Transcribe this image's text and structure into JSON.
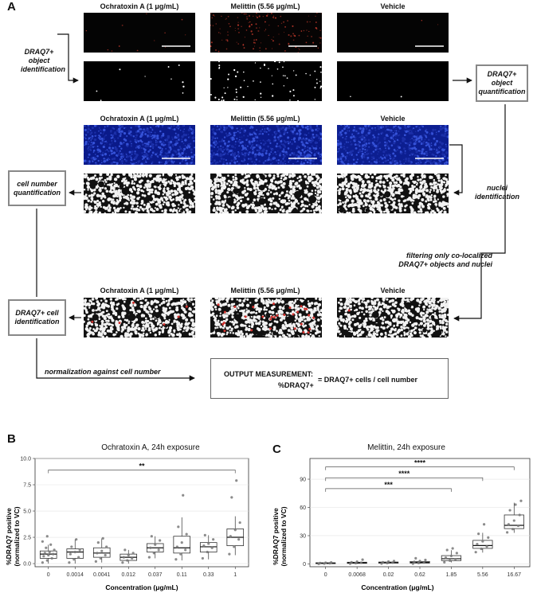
{
  "panels": {
    "a": "A",
    "b": "B",
    "c": "C"
  },
  "figure_a": {
    "columns": [
      "Ochratoxin A (1 μg/mL)",
      "Melittin (5.56 μg/mL)",
      "Vehicle"
    ],
    "labels": {
      "draq7_identification": [
        "DRAQ7+",
        "object",
        "identification"
      ],
      "draq7_quantification": [
        "DRAQ7+",
        "object",
        "quantification"
      ],
      "nuclei_identification": [
        "nuclei",
        "identification"
      ],
      "cell_number_quantification": [
        "cell number",
        "quantification"
      ],
      "filtering": [
        "filtering only co-localized",
        "DRAQ7+ objects and nuclei"
      ],
      "draq7_cell_identification": [
        "DRAQ7+ cell",
        "identification"
      ],
      "normalization": "normalization against cell number",
      "output_title": "OUTPUT MEASUREMENT:",
      "output_metric": "%DRAQ7+",
      "output_formula": "= DRAQ7+ cells / cell number"
    }
  },
  "chart_data": [
    {
      "type": "box",
      "title": "Ochratoxin A, 24h exposure",
      "xlabel": "Concentration (μg/mL)",
      "ylabel": "%DRAQ7 positive (normalized to VC)",
      "ylabel_lines": [
        "%DRAQ7 positive",
        "(normalized to VC)"
      ],
      "categories": [
        "0",
        "0.0014",
        "0.0041",
        "0.012",
        "0.037",
        "0.11",
        "0.33",
        "1"
      ],
      "ylim": [
        -0.3,
        10
      ],
      "yticks": [
        "0.0",
        "2.5",
        "5.0",
        "7.5",
        "10.0"
      ],
      "grid": true,
      "boxes": [
        {
          "q1": 0.5,
          "median": 0.9,
          "q3": 1.2,
          "low": 0.0,
          "high": 1.8
        },
        {
          "q1": 0.5,
          "median": 1.1,
          "q3": 1.4,
          "low": 0.0,
          "high": 2.3
        },
        {
          "q1": 0.6,
          "median": 1.0,
          "q3": 1.5,
          "low": 0.1,
          "high": 2.4
        },
        {
          "q1": 0.3,
          "median": 0.6,
          "q3": 0.9,
          "low": 0.0,
          "high": 1.3
        },
        {
          "q1": 1.1,
          "median": 1.5,
          "q3": 1.9,
          "low": 0.5,
          "high": 2.6
        },
        {
          "q1": 1.0,
          "median": 1.5,
          "q3": 2.6,
          "low": 0.3,
          "high": 4.4
        },
        {
          "q1": 1.1,
          "median": 1.6,
          "q3": 2.0,
          "low": 0.4,
          "high": 2.7
        },
        {
          "q1": 1.7,
          "median": 2.5,
          "q3": 3.3,
          "low": 0.8,
          "high": 4.5
        }
      ],
      "points": [
        [
          0.1,
          0.3,
          0.5,
          0.7,
          0.8,
          0.9,
          1.0,
          1.1,
          1.3,
          1.5,
          1.8,
          2.1,
          2.6
        ],
        [
          0.1,
          0.4,
          0.6,
          0.9,
          1.1,
          1.3,
          1.6,
          2.3
        ],
        [
          0.2,
          0.5,
          0.8,
          1.0,
          1.2,
          1.6,
          2.0,
          2.4
        ],
        [
          0.1,
          0.3,
          0.5,
          0.6,
          0.8,
          1.0,
          1.3
        ],
        [
          0.6,
          1.0,
          1.3,
          1.5,
          1.8,
          2.2,
          2.6
        ],
        [
          0.4,
          0.9,
          1.3,
          1.6,
          2.0,
          2.8,
          3.5,
          6.5
        ],
        [
          0.5,
          1.1,
          1.5,
          1.7,
          1.9,
          2.3,
          2.7
        ],
        [
          0.9,
          1.6,
          2.3,
          2.6,
          3.2,
          3.9,
          6.3,
          7.9
        ]
      ],
      "significance": [
        {
          "from": 0,
          "to": 7,
          "label": "**",
          "y": 8.9
        }
      ]
    },
    {
      "type": "box",
      "title": "Melittin, 24h exposure",
      "xlabel": "Concentration (μg/mL)",
      "ylabel": "%DRAQ7 positive (normalized to VC)",
      "ylabel_lines": [
        "%DRAQ7 positive",
        "(normalized to VC)"
      ],
      "categories": [
        "0",
        "0.0068",
        "0.02",
        "0.62",
        "1.85",
        "5.56",
        "16.67"
      ],
      "ylim": [
        -3,
        112
      ],
      "yticks": [
        "0",
        "30",
        "60",
        "90"
      ],
      "grid": true,
      "boxes": [
        {
          "q1": 0.3,
          "median": 0.8,
          "q3": 1.2,
          "low": 0.0,
          "high": 1.8
        },
        {
          "q1": 0.6,
          "median": 1.2,
          "q3": 1.8,
          "low": 0.2,
          "high": 2.5
        },
        {
          "q1": 0.8,
          "median": 1.5,
          "q3": 2.0,
          "low": 0.3,
          "high": 2.8
        },
        {
          "q1": 0.9,
          "median": 1.6,
          "q3": 2.6,
          "low": 0.2,
          "high": 4.0
        },
        {
          "q1": 3.5,
          "median": 5.5,
          "q3": 8.8,
          "low": 1.5,
          "high": 14.5
        },
        {
          "q1": 16.5,
          "median": 19.5,
          "q3": 25.0,
          "low": 12.0,
          "high": 33.0
        },
        {
          "q1": 37.5,
          "median": 41.0,
          "q3": 52.0,
          "low": 33.0,
          "high": 65.0
        }
      ],
      "points": [
        [
          0.1,
          0.4,
          0.7,
          0.9,
          1.2,
          1.6
        ],
        [
          0.3,
          0.8,
          1.3,
          1.8,
          2.4,
          4.5
        ],
        [
          0.4,
          0.9,
          1.4,
          1.8,
          2.5,
          3.0
        ],
        [
          0.3,
          1.0,
          1.5,
          2.2,
          3.0,
          4.2,
          6.0
        ],
        [
          1.8,
          3.5,
          5.0,
          6.5,
          8.5,
          11.5,
          14.8,
          16.5
        ],
        [
          12.5,
          16.0,
          18.5,
          21.0,
          24.0,
          28.0,
          32.0,
          42.0
        ],
        [
          33.5,
          37.0,
          40.5,
          42.0,
          46.0,
          52.0,
          57.0,
          63.0,
          67.0
        ]
      ],
      "significance": [
        {
          "from": 0,
          "to": 4,
          "label": "***",
          "y": 80
        },
        {
          "from": 0,
          "to": 5,
          "label": "****",
          "y": 91.5
        },
        {
          "from": 0,
          "to": 6,
          "label": "****",
          "y": 103
        }
      ]
    }
  ]
}
